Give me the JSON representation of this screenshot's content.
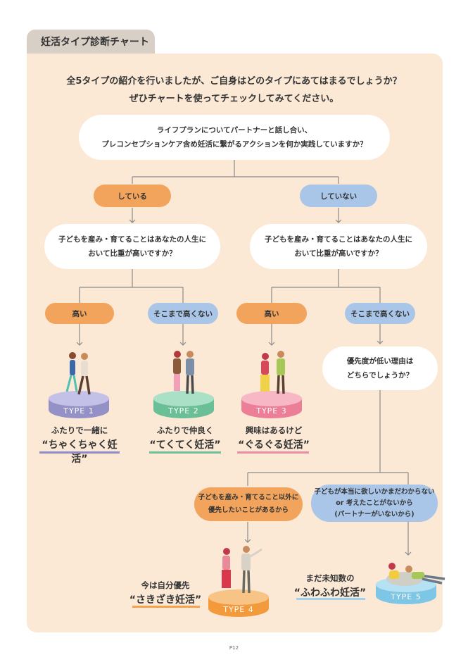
{
  "header": {
    "tab_title": "妊活タイプ診断チャート"
  },
  "intro": {
    "line1": "全5タイプの紹介を行いましたが、ご自身はどのタイプにあてはまるでしょうか？",
    "line2": "ぜひチャートを使ってチェックしてみてください。"
  },
  "q1": {
    "line1": "ライフプランについてパートナーと話し合い、",
    "line2": "プレコンセプションケア含め妊活に繋がるアクションを何か実践していますか？"
  },
  "answers1": {
    "yes": "している",
    "no": "していない"
  },
  "q2": {
    "line1": "子どもを産み・育てることはあなたの人生に",
    "line2": "おいて比重が高いですか？"
  },
  "answers2": {
    "high": "高い",
    "not_high": "そこまで高くない"
  },
  "q3": {
    "line1": "優先度が低い理由は",
    "line2": "どちらでしょうか？"
  },
  "reasons": {
    "other_priority_line1": "子どもを産み・育てること以外に",
    "other_priority_line2": "優先したいことがあるから",
    "unsure_line1": "子どもが本当に欲しいかまだわからない",
    "unsure_line2": "or 考えたことがないから",
    "unsure_line3": "(パートナーがいないから)"
  },
  "types": [
    {
      "label": "TYPE 1",
      "line1": "ふたりで一緒に",
      "line2": "“ちゃくちゃく妊活”",
      "color": "#a9a6d6",
      "underline": "#8f8bc9"
    },
    {
      "label": "TYPE 2",
      "line1": "ふたりで仲良く",
      "line2": "“てくてく妊活”",
      "color": "#7fcba8",
      "underline": "#6dbf98"
    },
    {
      "label": "TYPE 3",
      "line1": "興味はあるけど",
      "line2": "“ぐるぐる妊活”",
      "color": "#f0899f",
      "underline": "#ea8fa3"
    },
    {
      "label": "TYPE 4",
      "line1": "今は自分優先",
      "line2": "“さきざき妊活”",
      "color": "#f4a24e",
      "underline": "#f4a24e"
    },
    {
      "label": "TYPE 5",
      "line1": "まだ未知数の",
      "line2": "“ふわふわ妊活”",
      "color": "#8fd0ea",
      "underline": "#9fd2ee"
    }
  ],
  "colors": {
    "panel": "#fbe9d6",
    "tab": "#d8cfc7",
    "orange": "#f2a45c",
    "blue": "#a9c6e8"
  },
  "footer": {
    "page_number": "P12"
  }
}
